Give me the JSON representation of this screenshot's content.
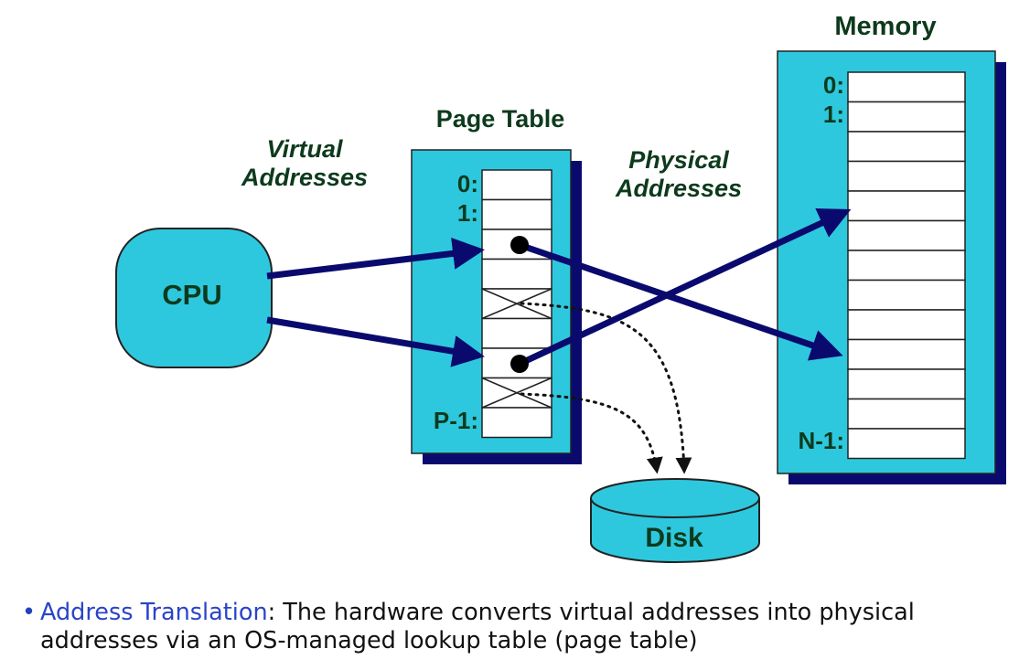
{
  "labels": {
    "memory_title": "Memory",
    "page_table_title": "Page Table",
    "virtual_addresses_line1": "Virtual",
    "virtual_addresses_line2": "Addresses",
    "physical_addresses_line1": "Physical",
    "physical_addresses_line2": "Addresses",
    "cpu": "CPU",
    "disk": "Disk"
  },
  "page_table_index_labels": [
    "0:",
    "1:",
    "P-1:"
  ],
  "memory_index_labels": [
    "0:",
    "1:",
    "N-1:"
  ],
  "bullet": {
    "symbol": "•",
    "term": "Address Translation",
    "colon": ":",
    "text_line1": " The hardware converts virtual addresses into physical",
    "text_line2": "addresses via an OS-managed lookup table (page table)"
  },
  "colors": {
    "box_fill": "#2ec8de",
    "shadow": "#0a0a6e",
    "arrow": "#0a0a6e",
    "text_dark_green": "#0d3a1c",
    "term_blue": "#2a44c8"
  }
}
